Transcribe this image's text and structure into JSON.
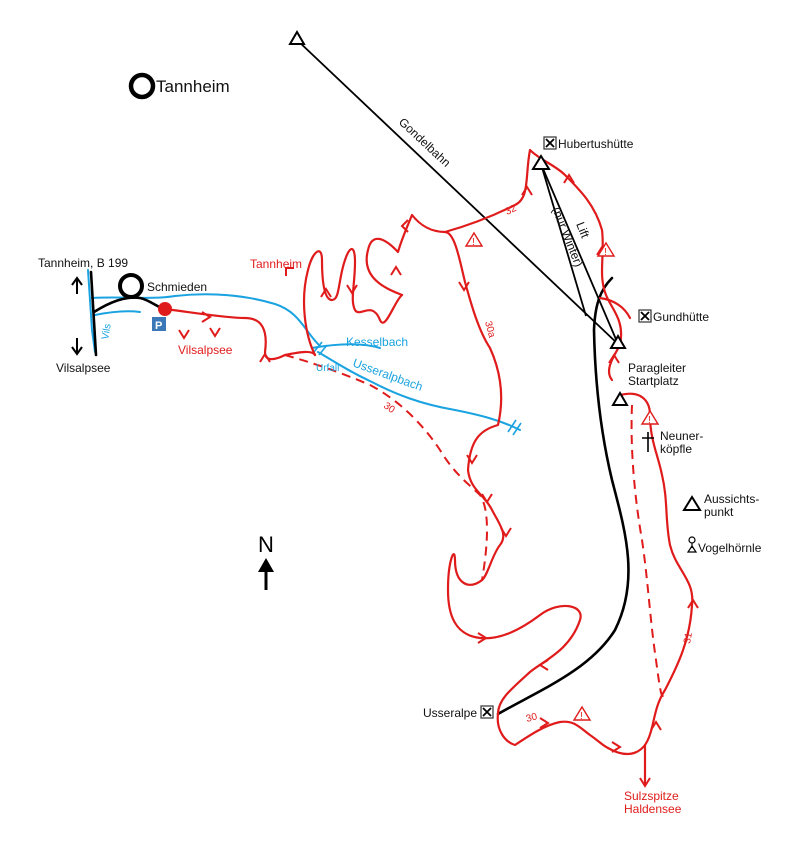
{
  "labels": {
    "tannheim_top": "Tannheim",
    "schmieden": "Schmieden",
    "road_north": "Tannheim, B 199",
    "road_south": "Vilsalpsee",
    "vils": "Vils",
    "parking": "P",
    "vilsalpsee_arrow": "Vilsalpsee",
    "tannheim_arrow": "Tannheim",
    "kesselbach": "Kesselbach",
    "urfall": "Urfall",
    "usseralpbach": "Usseralpbach",
    "trail_30_a": "30",
    "trail_30a": "30a",
    "trail_32": "32",
    "trail_31": "31",
    "trail_30_b": "30",
    "gondelbahn": "Gondelbahn",
    "lift": "Lift",
    "lift_note": "(nur Winter)",
    "hubertushuette": "Hubertushütte",
    "gundhuette": "Gundhütte",
    "paragleiter_1": "Paragleiter",
    "paragleiter_2": "Startplatz",
    "neunerkoepfle_1": "Neuner-",
    "neunerkoepfle_2": "köpfle",
    "aussichtspunkt_1": "Aussichts-",
    "aussichtspunkt_2": "punkt",
    "vogelhoernle": "Vogelhörnle",
    "usseralpe": "Usseralpe",
    "sulzspitze": "Sulzspitze",
    "haldensee": "Haldensee",
    "north": "N",
    "warning_glyph": "!"
  },
  "colors": {
    "trail": "#e01b1b",
    "water": "#1aa3e0",
    "road": "#000000",
    "parking_bg": "#3a78b8"
  },
  "icons": [
    "town-circle-icon",
    "parking-icon",
    "start-point-icon",
    "hut-icon",
    "peak-triangle-icon",
    "warning-icon",
    "cross-icon",
    "viewpoint-icon",
    "north-arrow-icon"
  ]
}
